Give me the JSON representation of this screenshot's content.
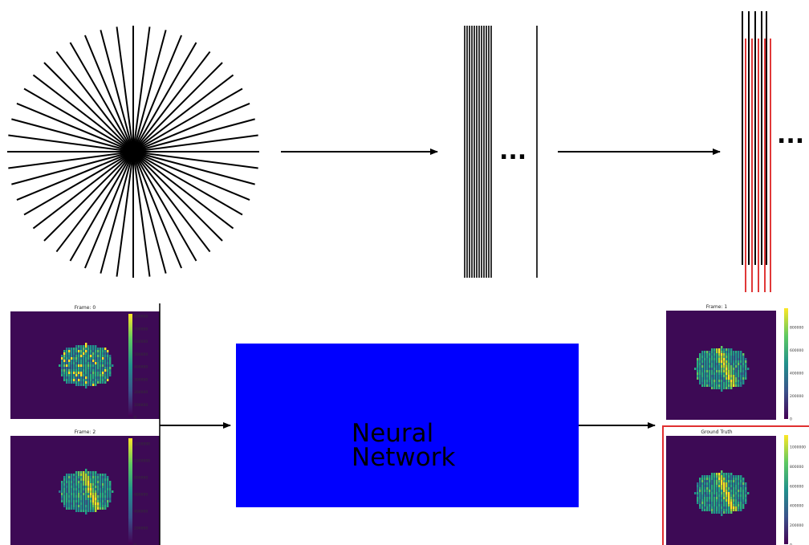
{
  "colors": {
    "network_box": "#0000ff",
    "highlight": "#e03030",
    "red_lines": "#dd2222",
    "plot_bg": "#3d0a55"
  },
  "top_row": {
    "ellipsis_1": "...",
    "ellipsis_2": "..."
  },
  "network": {
    "line1": "Neural",
    "line2": "Network"
  },
  "frames": [
    {
      "title": "Frame: 0",
      "ticks": [
        "800000",
        "700000",
        "600000",
        "500000",
        "400000",
        "300000",
        "200000",
        "100000",
        "0"
      ]
    },
    {
      "title": "Frame: 2",
      "ticks": [
        "1200000",
        "1000000",
        "800000",
        "600000",
        "400000",
        "200000",
        "0"
      ]
    },
    {
      "title": "Frame: 1",
      "ticks": [
        "800000",
        "600000",
        "400000",
        "200000",
        "0"
      ]
    },
    {
      "title": "Ground Truth",
      "ticks": [
        "1000000",
        "800000",
        "600000",
        "400000",
        "200000",
        "0"
      ]
    }
  ]
}
